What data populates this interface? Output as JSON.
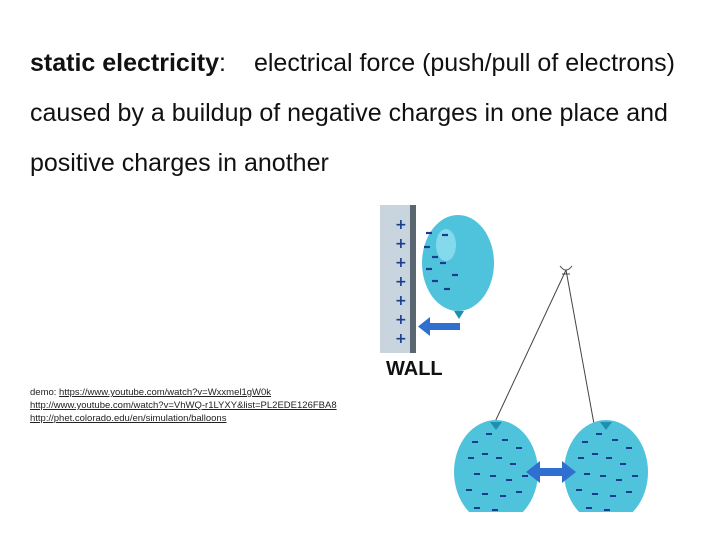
{
  "definition": {
    "term": "static electricity",
    "colon": ":",
    "text_line1": "electrical force (push/pull of",
    "text_rest": "electrons) caused by a buildup of negative charges in one place and positive charges in another"
  },
  "links": {
    "demo_prefix": "demo: ",
    "link1": "https://www.youtube.com/watch?v=Wxxmel1gW0k",
    "link2": "http://www.youtube.com/watch?v=VhWQ-r1LYXY&list=PL2EDE126FBA8",
    "link3": "http://phet.colorado.edu/en/simulation/balloons"
  },
  "figure": {
    "wall_label": "WALL",
    "plus_sign": "+",
    "minus_sign": "-",
    "balloon_color": "#4fc3dc",
    "balloon_dark": "#1f8fae",
    "charge_color": "#1a3c8c",
    "wall_color": "#c8d4de",
    "arrow_color": "#2f6fd0"
  }
}
